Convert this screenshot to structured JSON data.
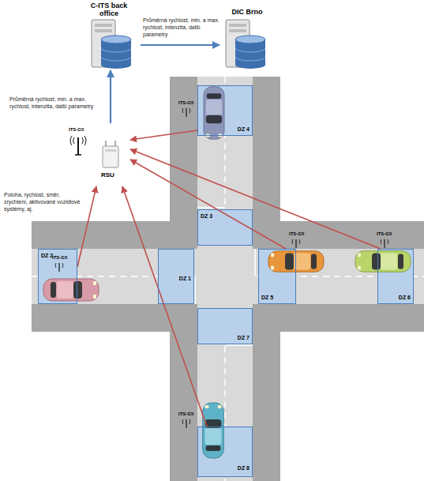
{
  "diagram": {
    "nodes": [
      {
        "text": [
          "C-ITS back office"
        ]
      },
      {
        "text": [
          "DIC Brno"
        ]
      },
      {
        "text": [
          "DZ 4"
        ]
      },
      {
        "text": [
          "ITS-G5",
          "RSU"
        ]
      },
      {
        "text": [
          "DZ 3"
        ]
      },
      {
        "text": [
          "DZ 2"
        ]
      },
      {
        "text": [
          "DZ 1"
        ]
      },
      {
        "text": [
          "DZ 5"
        ]
      },
      {
        "text": [
          "DZ 6"
        ]
      },
      {
        "text": [
          "DZ 7"
        ]
      },
      {
        "text": [
          "DZ 8"
        ]
      }
    ],
    "edges": [
      {
        "from": 0,
        "to": 1,
        "arrow": "to",
        "label": "Průměrná rychlost, min. a max. rychlost, intenzita, další parametry"
      },
      {
        "from": 3,
        "to": 0,
        "arrow": "to",
        "label": "Průměrná rychlost, min. a max. rychlost, intenzita, další parametry"
      },
      {
        "from": 2,
        "to": 3,
        "arrow": "to"
      },
      {
        "from": 7,
        "to": 3,
        "arrow": "to"
      },
      {
        "from": 8,
        "to": 3,
        "arrow": "to"
      },
      {
        "from": 5,
        "to": 3,
        "arrow": "to",
        "label": "Poloha, rychlost, směr, zrychlení, aktivované vozidlové systémy, aj."
      },
      {
        "from": 10,
        "to": 3,
        "arrow": "to"
      }
    ],
    "labels": [
      "ITS-G5",
      "ITS-G5",
      "ITS-G5",
      "ITS-G5",
      "ITS-G5"
    ]
  }
}
